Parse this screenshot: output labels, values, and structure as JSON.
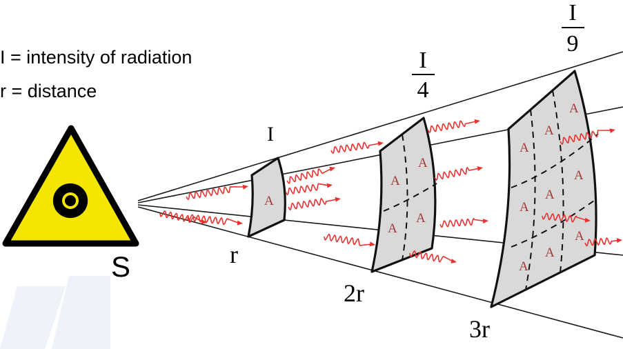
{
  "legend": {
    "line1": "I = intensity of radiation",
    "line2": "r = distance"
  },
  "source": {
    "label": "S",
    "icon": "radiation-trefoil-icon",
    "sign_color": "#f4e600",
    "border_color": "#000000"
  },
  "distances": {
    "r1": "r",
    "r2": "2r",
    "r3": "3r"
  },
  "intensities": {
    "i1": "I",
    "i2_numerator": "I",
    "i2_denominator": "4",
    "i3_numerator": "I",
    "i3_denominator": "9"
  },
  "area_label": "A",
  "colors": {
    "panel_fill": "#d9d9d9",
    "ray_color": "#e8322f",
    "watermark": "#eef3fa"
  }
}
